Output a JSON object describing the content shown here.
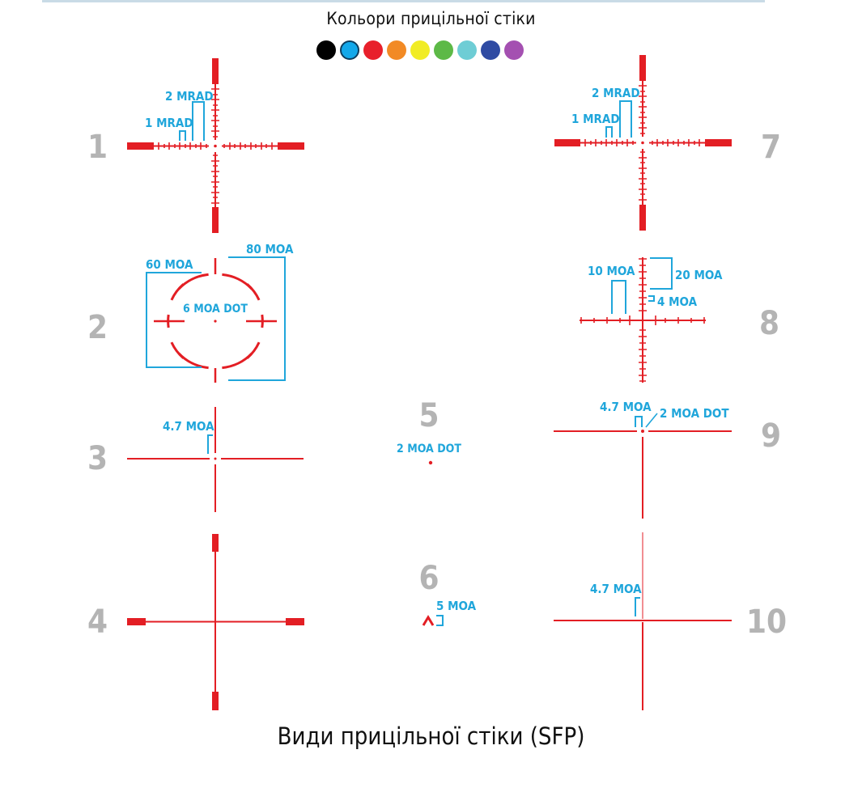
{
  "header": {
    "title": "Кольори прицільної стіки",
    "swatch_colors": [
      "#000000",
      "#13a8ea",
      "#e8202b",
      "#f28a25",
      "#f1ec24",
      "#5db947",
      "#6ecdd5",
      "#2f4ba3",
      "#a450b1"
    ]
  },
  "caption": "Види прицільної стіки (SFP)",
  "colors": {
    "reticle": "#e31e24",
    "label": "#20a6db",
    "number": "#b4b4b4"
  },
  "reticles": [
    {
      "number": "1",
      "labels": [
        "2 MRAD",
        "1 MRAD"
      ]
    },
    {
      "number": "2",
      "labels": [
        "60 MOA",
        "80 MOA",
        "6 MOA DOT"
      ]
    },
    {
      "number": "3",
      "labels": [
        "4.7 MOA"
      ]
    },
    {
      "number": "4",
      "labels": []
    },
    {
      "number": "5",
      "labels": [
        "2 MOA DOT"
      ]
    },
    {
      "number": "6",
      "labels": [
        "5 MOA"
      ]
    },
    {
      "number": "7",
      "labels": [
        "2 MRAD",
        "1 MRAD"
      ]
    },
    {
      "number": "8",
      "labels": [
        "10 MOA",
        "20 MOA",
        "4 MOA"
      ]
    },
    {
      "number": "9",
      "labels": [
        "4.7 MOA",
        "2 MOA DOT"
      ]
    },
    {
      "number": "10",
      "labels": [
        "4.7 MOA"
      ]
    }
  ]
}
